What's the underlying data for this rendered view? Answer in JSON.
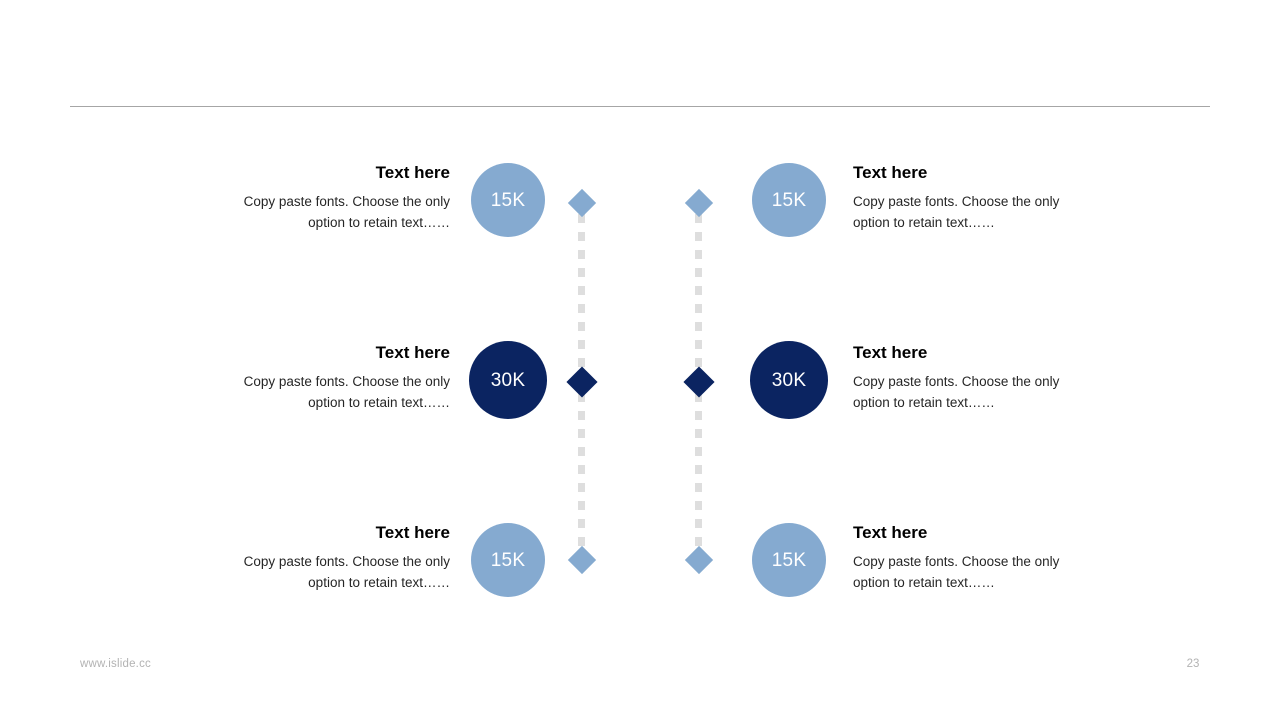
{
  "slide": {
    "page_number": "23",
    "footer_url": "www.islide.cc",
    "background_color": "#ffffff",
    "rule_color": "#a6a6a6"
  },
  "palette": {
    "light_blue": "#85aad0",
    "navy": "#0b2461",
    "dash_gray": "#dedede",
    "footer_gray": "#b3b3b3"
  },
  "rows": [
    {
      "id": "row-1",
      "value": "15K",
      "variant": "light",
      "left": {
        "title": "Text here",
        "body": "Copy paste fonts. Choose the only option to retain text……"
      },
      "right": {
        "title": "Text here",
        "body": "Copy paste fonts. Choose the only option to retain text……"
      }
    },
    {
      "id": "row-2",
      "value": "30K",
      "variant": "dark",
      "left": {
        "title": "Text here",
        "body": "Copy paste fonts. Choose the only option to retain text……"
      },
      "right": {
        "title": "Text here",
        "body": "Copy paste fonts. Choose the only option to retain text……"
      }
    },
    {
      "id": "row-3",
      "value": "15K",
      "variant": "light",
      "left": {
        "title": "Text here",
        "body": "Copy paste fonts. Choose the only option to retain text……"
      },
      "right": {
        "title": "Text here",
        "body": "Copy paste fonts. Choose the only option to retain text……"
      }
    }
  ]
}
